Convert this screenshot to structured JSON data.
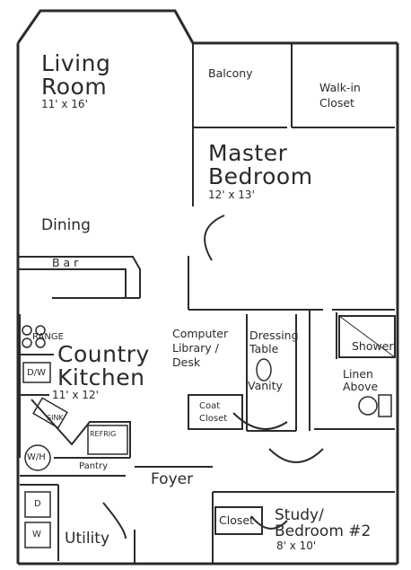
{
  "rooms": {
    "living": {
      "name_line1": "Living",
      "name_line2": "Room",
      "dims": "11' x 16'"
    },
    "dining": {
      "name": "Dining"
    },
    "balcony": {
      "name": "Balcony"
    },
    "walkin": {
      "name_line1": "Walk-in",
      "name_line2": "Closet"
    },
    "master": {
      "name_line1": "Master",
      "name_line2": "Bedroom",
      "dims": "12' x 13'"
    },
    "bar": {
      "name": "B a r"
    },
    "kitchen": {
      "name_line1": "Country",
      "name_line2": "Kitchen",
      "dims": "11' x 12'"
    },
    "computer": {
      "line1": "Computer",
      "line2": "Library /",
      "line3": "Desk"
    },
    "dressing": {
      "line1": "Dressing",
      "line2": "Table"
    },
    "vanity": {
      "name": "Vanity"
    },
    "shower": {
      "name": "Shower"
    },
    "linen": {
      "line1": "Linen",
      "line2": "Above"
    },
    "coat": {
      "line1": "Coat",
      "line2": "Closet"
    },
    "foyer": {
      "name": "Foyer"
    },
    "study": {
      "line1": "Study/",
      "line2": "Bedroom #2",
      "dims": "8' x 10'"
    },
    "closet": {
      "name": "Closet"
    },
    "utility": {
      "name": "Utility"
    }
  },
  "fixtures": {
    "range": "RANGE",
    "dishwasher": "D/W",
    "sink": "SINK",
    "refrigerator": "REFRIG",
    "water_heater": "W/H",
    "pantry": "Pantry",
    "dryer": "D",
    "washer": "W"
  }
}
